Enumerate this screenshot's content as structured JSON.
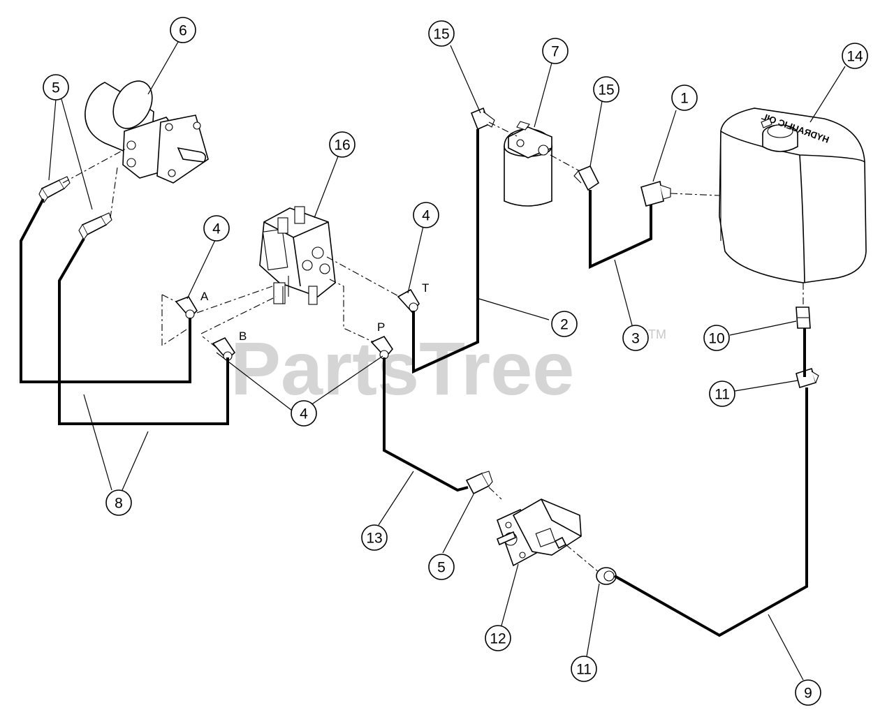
{
  "watermark": {
    "text": "PartsTree",
    "tm": "TM"
  },
  "tank_label": "HYDRAULIC OIL",
  "port_labels": {
    "A": "A",
    "B": "B",
    "P": "P",
    "T": "T"
  },
  "callouts": {
    "c1": "1",
    "c2": "2",
    "c3": "3",
    "c4_left": "4",
    "c4_right": "4",
    "c4_bottom": "4",
    "c5_left": "5",
    "c5_bottom": "5",
    "c6": "6",
    "c7": "7",
    "c8": "8",
    "c9": "9",
    "c10": "10",
    "c11_right": "11",
    "c11_bottom": "11",
    "c12": "12",
    "c13": "13",
    "c14": "14",
    "c15_left": "15",
    "c15_right": "15",
    "c16": "16"
  }
}
